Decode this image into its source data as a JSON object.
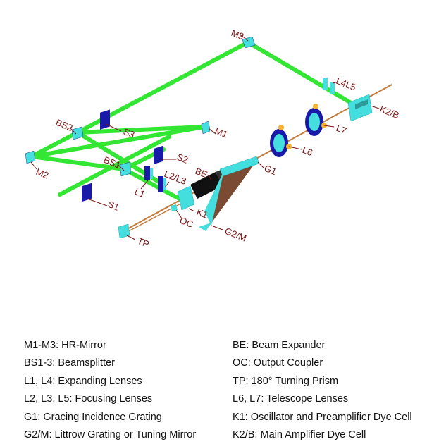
{
  "labels": {
    "m1": "M1",
    "m2": "M2",
    "m3": "M3",
    "bs1": "BS1",
    "bs2": "BS2",
    "s1": "S1",
    "s2": "S2",
    "s3": "S3",
    "l1": "L1",
    "l23": "L2/L3",
    "l4l5": "L4L5",
    "l6": "L6",
    "l7": "L7",
    "be": "BE",
    "g1": "G1",
    "g2m": "G2/M",
    "k1": "K1",
    "k2b": "K2/B",
    "oc": "OC",
    "tp": "TP"
  },
  "legend": {
    "left": [
      "M1-M3: HR-Mirror",
      "BS1-3: Beamsplitter",
      "L1, L4: Expanding Lenses",
      "L2, L3, L5: Focusing Lenses",
      "G1: Gracing Incidence Grating",
      "G2/M: Littrow Grating or Tuning Mirror"
    ],
    "right": [
      "BE: Beam Expander",
      "OC: Output Coupler",
      "TP: 180° Turning Prism",
      "L6, L7: Telescope Lenses",
      "K1: Oscillator and Preamplifier Dye Cell",
      "K2/B: Main Amplifier Dye Cell"
    ]
  },
  "colors": {
    "beam": "#33e633",
    "optic": "#44dede",
    "mount": "#1a1aa8",
    "label": "#7a1414",
    "grating_body": "#7a4a32",
    "beam_expander": "#111111",
    "oscillator_beam": "#c47a3a"
  }
}
